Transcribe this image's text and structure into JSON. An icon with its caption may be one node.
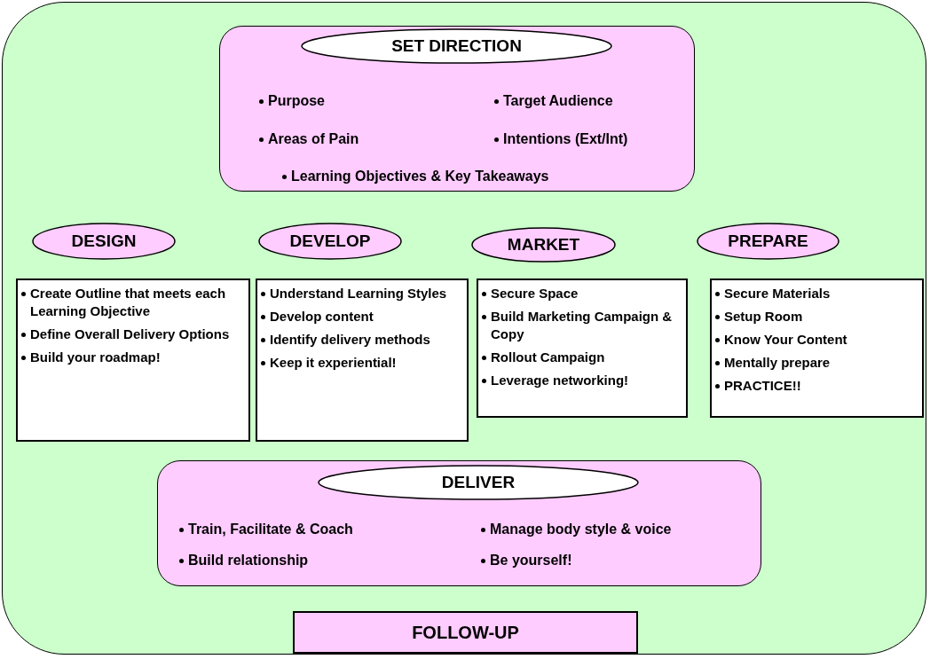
{
  "diagram": {
    "nodes": [
      {
        "text": [],
        "shape": "box"
      },
      {
        "text": [
          "Purpose",
          "Target Audience",
          "Areas of Pain",
          "Intentions (Ext/Int)",
          "Learning Objectives & Key Takeaways"
        ],
        "in": 0
      },
      {
        "text": [
          "SET DIRECTION"
        ],
        "in": 1
      },
      {
        "text": [
          "DESIGN"
        ],
        "in": 0
      },
      {
        "text": [
          "Create Outline that meets each Learning Objective",
          "Define Overall Delivery Options",
          "Build your roadmap!"
        ],
        "in": 0
      },
      {
        "text": [
          "DEVELOP"
        ],
        "in": 0
      },
      {
        "text": [
          "Understand Learning Styles",
          "Develop content",
          "Identify delivery methods",
          "Keep it experiential!"
        ],
        "in": 0
      },
      {
        "text": [
          "MARKET"
        ],
        "in": 0
      },
      {
        "text": [
          "Secure Space",
          "Build Marketing Campaign & Copy",
          "Rollout Campaign",
          "Leverage networking!"
        ],
        "in": 0
      },
      {
        "text": [
          "PREPARE"
        ],
        "in": 0
      },
      {
        "text": [
          "Secure Materials",
          "Setup Room",
          "Know Your Content",
          "Mentally prepare",
          "PRACTICE!!"
        ],
        "in": 0
      },
      {
        "text": [
          "Train, Facilitate & Coach",
          "Manage body style & voice",
          "Build relationship",
          "Be yourself!"
        ],
        "in": 0
      },
      {
        "text": [
          "DELIVER"
        ],
        "in": 11
      },
      {
        "text": [
          "FOLLOW-UP"
        ],
        "in": 0
      }
    ],
    "edges": []
  }
}
